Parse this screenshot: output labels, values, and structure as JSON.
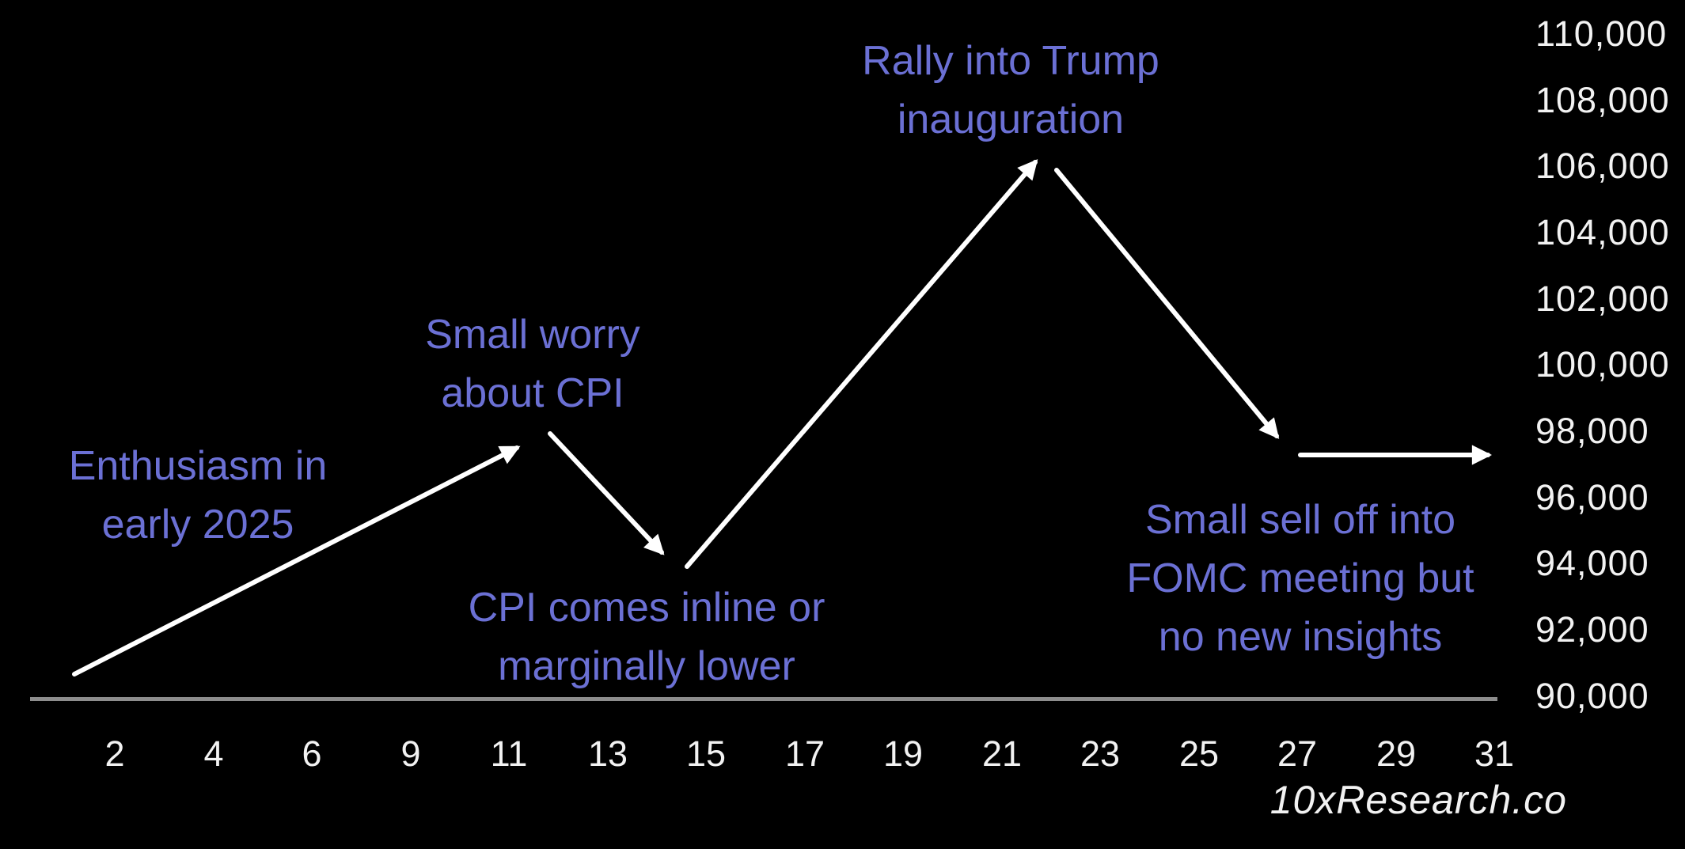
{
  "canvas": {
    "background": "#000000"
  },
  "colors": {
    "annotation_text": "#6b70d4",
    "tick_text": "#f2f2f2",
    "arrow": "#ffffff",
    "axis_line": "#8d8d8d",
    "watermark_text": "#f2f2f2"
  },
  "chart_data": {
    "type": "line",
    "title": "",
    "xlabel": "",
    "ylabel": "",
    "x_tick_labels": [
      "2",
      "4",
      "6",
      "9",
      "11",
      "13",
      "15",
      "17",
      "19",
      "21",
      "23",
      "25",
      "27",
      "29",
      "31"
    ],
    "y_tick_labels": [
      "110,000",
      "108,000",
      "106,000",
      "104,000",
      "102,000",
      "100,000",
      "98,000",
      "96,000",
      "94,000",
      "92,000",
      "90,000"
    ],
    "ylim": [
      90000,
      110000
    ],
    "xlim_days": [
      1,
      32
    ],
    "grid": false,
    "legend_position": "none",
    "y_axis_side": "right",
    "series": [
      {
        "name": "expected-btc-price-path",
        "style": "segmented-white-arrows",
        "points": [
          {
            "day": 2,
            "price": 90700
          },
          {
            "day": 11,
            "price": 97600
          },
          {
            "day": 14,
            "price": 94100
          },
          {
            "day": 21,
            "price": 106100
          },
          {
            "day": 26,
            "price": 97400
          },
          {
            "day": 31,
            "price": 97400
          }
        ]
      }
    ],
    "annotations": [
      {
        "lines": [
          "Enthusiasm in",
          "early 2025"
        ],
        "anchor_day": 5,
        "anchor_price": 95000
      },
      {
        "lines": [
          "Small worry",
          "about CPI"
        ],
        "anchor_day": 11,
        "anchor_price": 99000
      },
      {
        "lines": [
          "CPI comes inline or",
          "marginally lower"
        ],
        "anchor_day": 14,
        "anchor_price": 91800
      },
      {
        "lines": [
          "Rally into Trump",
          "inauguration"
        ],
        "anchor_day": 21,
        "anchor_price": 108200
      },
      {
        "lines": [
          "Small sell off into",
          "FOMC meeting but",
          "no new insights"
        ],
        "anchor_day": 27,
        "anchor_price": 93500
      }
    ]
  },
  "watermark": {
    "label": "10xResearch.co"
  }
}
